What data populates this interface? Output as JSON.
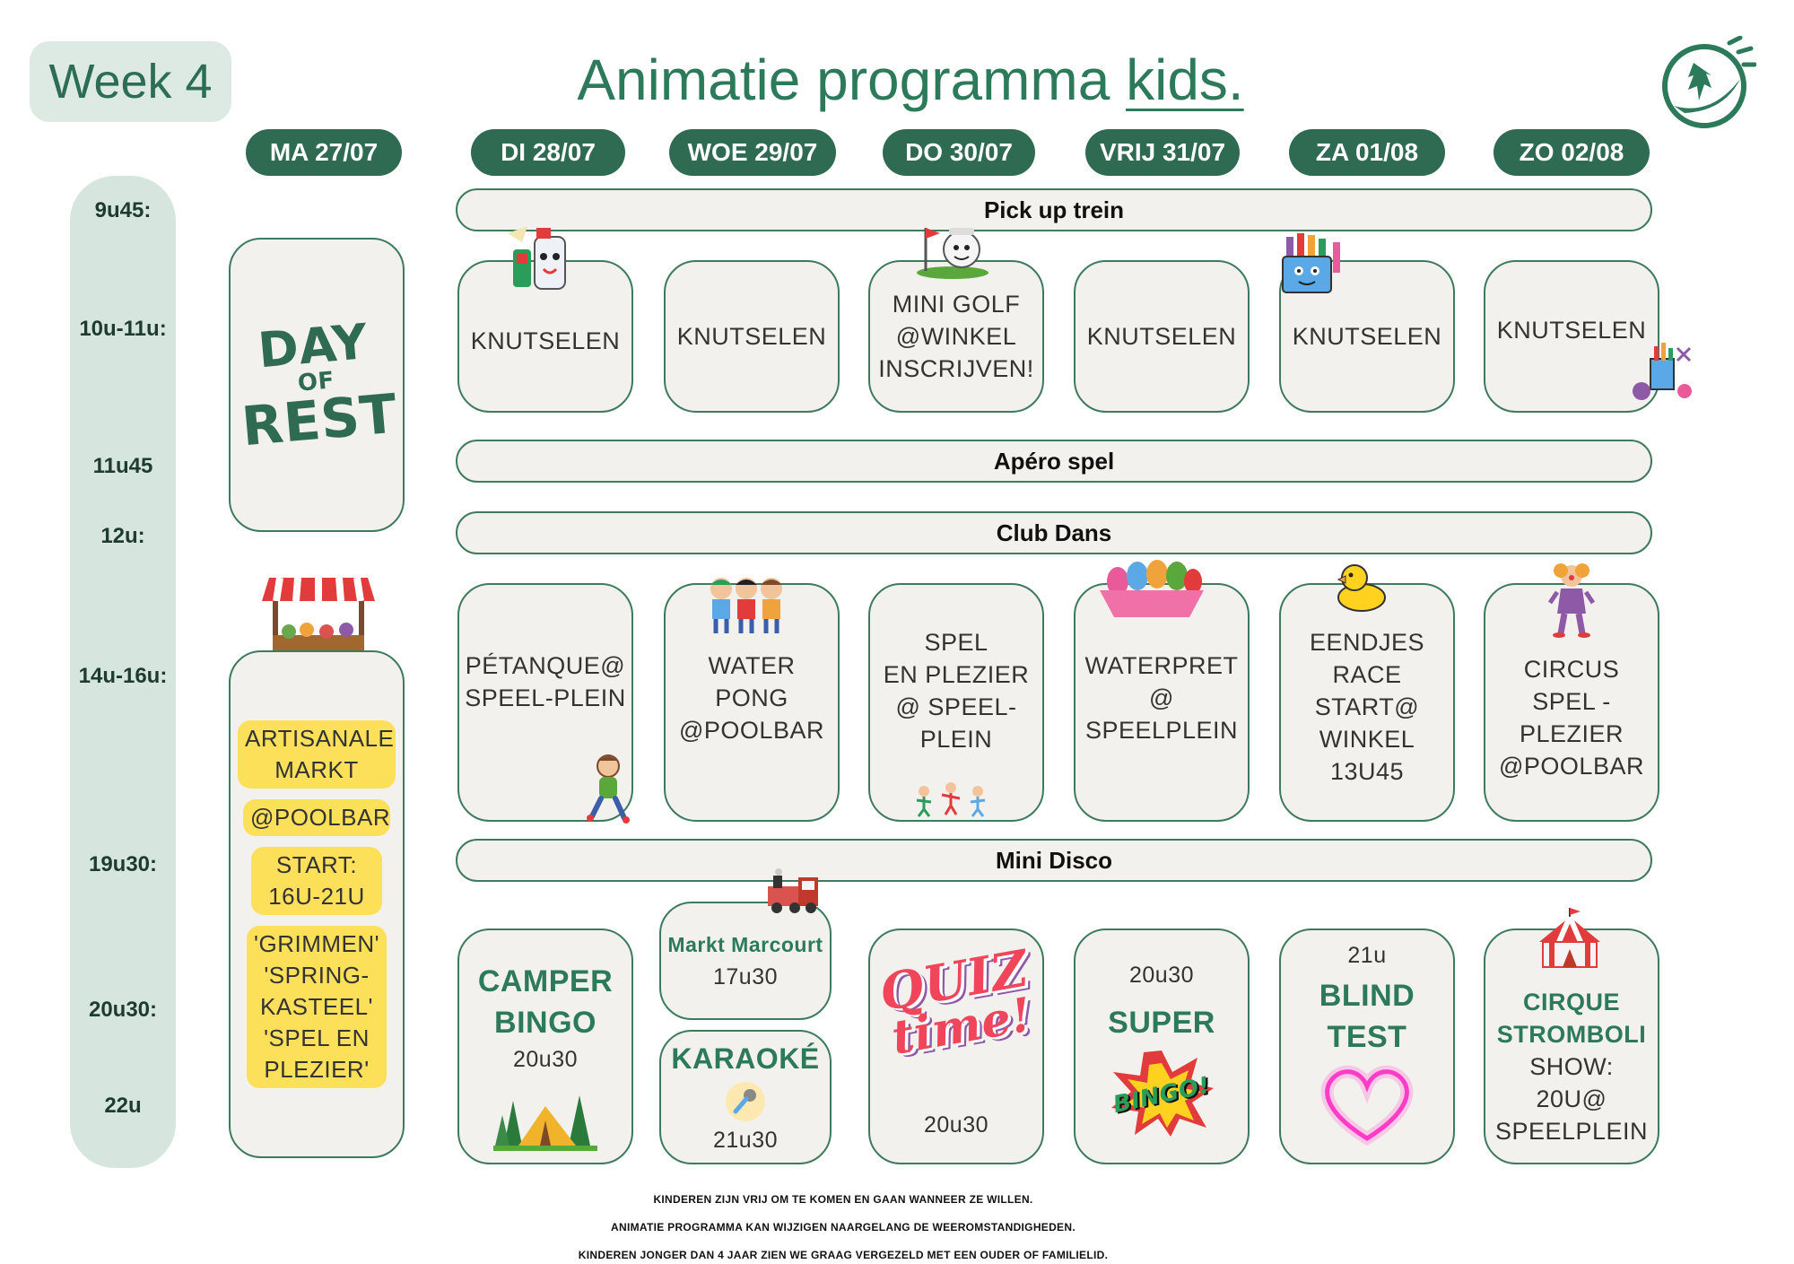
{
  "header": {
    "week": "Week 4",
    "title_main": "Animatie programma ",
    "title_underlined": "kids."
  },
  "days": [
    "MA 27/07",
    "DI 28/07",
    "WOE 29/07",
    "DO 30/07",
    "VRIJ 31/07",
    "ZA 01/08",
    "ZO 02/08"
  ],
  "times": [
    "9u45:",
    "10u-11u:",
    "11u45",
    "12u:",
    "14u-16u:",
    "19u30:",
    "20u30:",
    "22u"
  ],
  "bands": {
    "pickup": "Pick up trein",
    "apero": "Apéro spel",
    "club": "Club Dans",
    "disco": "Mini Disco"
  },
  "monday": {
    "rest": [
      "DAY",
      "OF",
      "REST"
    ],
    "markt": [
      "ARTISANALE",
      "MARKT",
      "@POOLBAR",
      "START:",
      "16U-21U",
      "'GRIMMEN'",
      "'SPRING-",
      "KASTEEL'",
      "'SPEL EN",
      "PLEZIER'"
    ]
  },
  "morning": {
    "di": "KNUTSELEN",
    "woe": "KNUTSELEN",
    "do": [
      "MINI GOLF",
      "@WINKEL",
      "INSCRIJVEN!"
    ],
    "vrij": "KNUTSELEN",
    "za": "KNUTSELEN",
    "zo": "KNUTSELEN"
  },
  "afternoon": {
    "di": [
      "PÉTANQUE@",
      "SPEEL-PLEIN"
    ],
    "woe": [
      "WATER",
      "PONG",
      "@POOLBAR"
    ],
    "do": [
      "SPEL",
      "EN PLEZIER",
      "@ SPEEL-",
      "PLEIN"
    ],
    "vrij": [
      "WATERPRET",
      "@",
      "SPEELPLEIN"
    ],
    "za": [
      "EENDJES",
      "RACE",
      "START@",
      "WINKEL",
      "13U45"
    ],
    "zo": [
      "CIRCUS",
      "SPEL -",
      "PLEZIER",
      "@POOLBAR"
    ]
  },
  "evening": {
    "di": {
      "title": [
        "CAMPER",
        "BINGO"
      ],
      "time": "20u30"
    },
    "woe_top": {
      "title": "Markt Marcourt",
      "time": "17u30"
    },
    "woe_bottom": {
      "title": "KARAOKÉ",
      "time": "21u30"
    },
    "do": {
      "logo": [
        "QUIZ",
        "time!"
      ],
      "time": "20u30"
    },
    "vrij": {
      "time": "20u30",
      "title": "SUPER",
      "logo": "BINGO!"
    },
    "za": {
      "time": "21u",
      "title": [
        "BLIND",
        "TEST"
      ]
    },
    "zo": {
      "title": [
        "CIRQUE",
        "STROMBOLI"
      ],
      "lines": [
        "SHOW:",
        "20U@",
        "SPEELPLEIN"
      ]
    }
  },
  "footer": [
    "KINDEREN ZIJN VRIJ OM TE KOMEN EN GAAN WANNEER ZE WILLEN.",
    "ANIMATIE PROGRAMMA KAN WIJZIGEN NAARGELANG DE WEEROMSTANDIGHEDEN.",
    "KINDEREN JONGER DAN 4 JAAR ZIEN WE GRAAG VERGEZELD MET EEN OUDER OF FAMILIELID."
  ],
  "colors": {
    "primary": "#2f6b52",
    "accent_text": "#2c7a5a",
    "card_bg": "#f3f1ed",
    "timebar": "#d6e6df",
    "highlight": "#fde05a"
  }
}
